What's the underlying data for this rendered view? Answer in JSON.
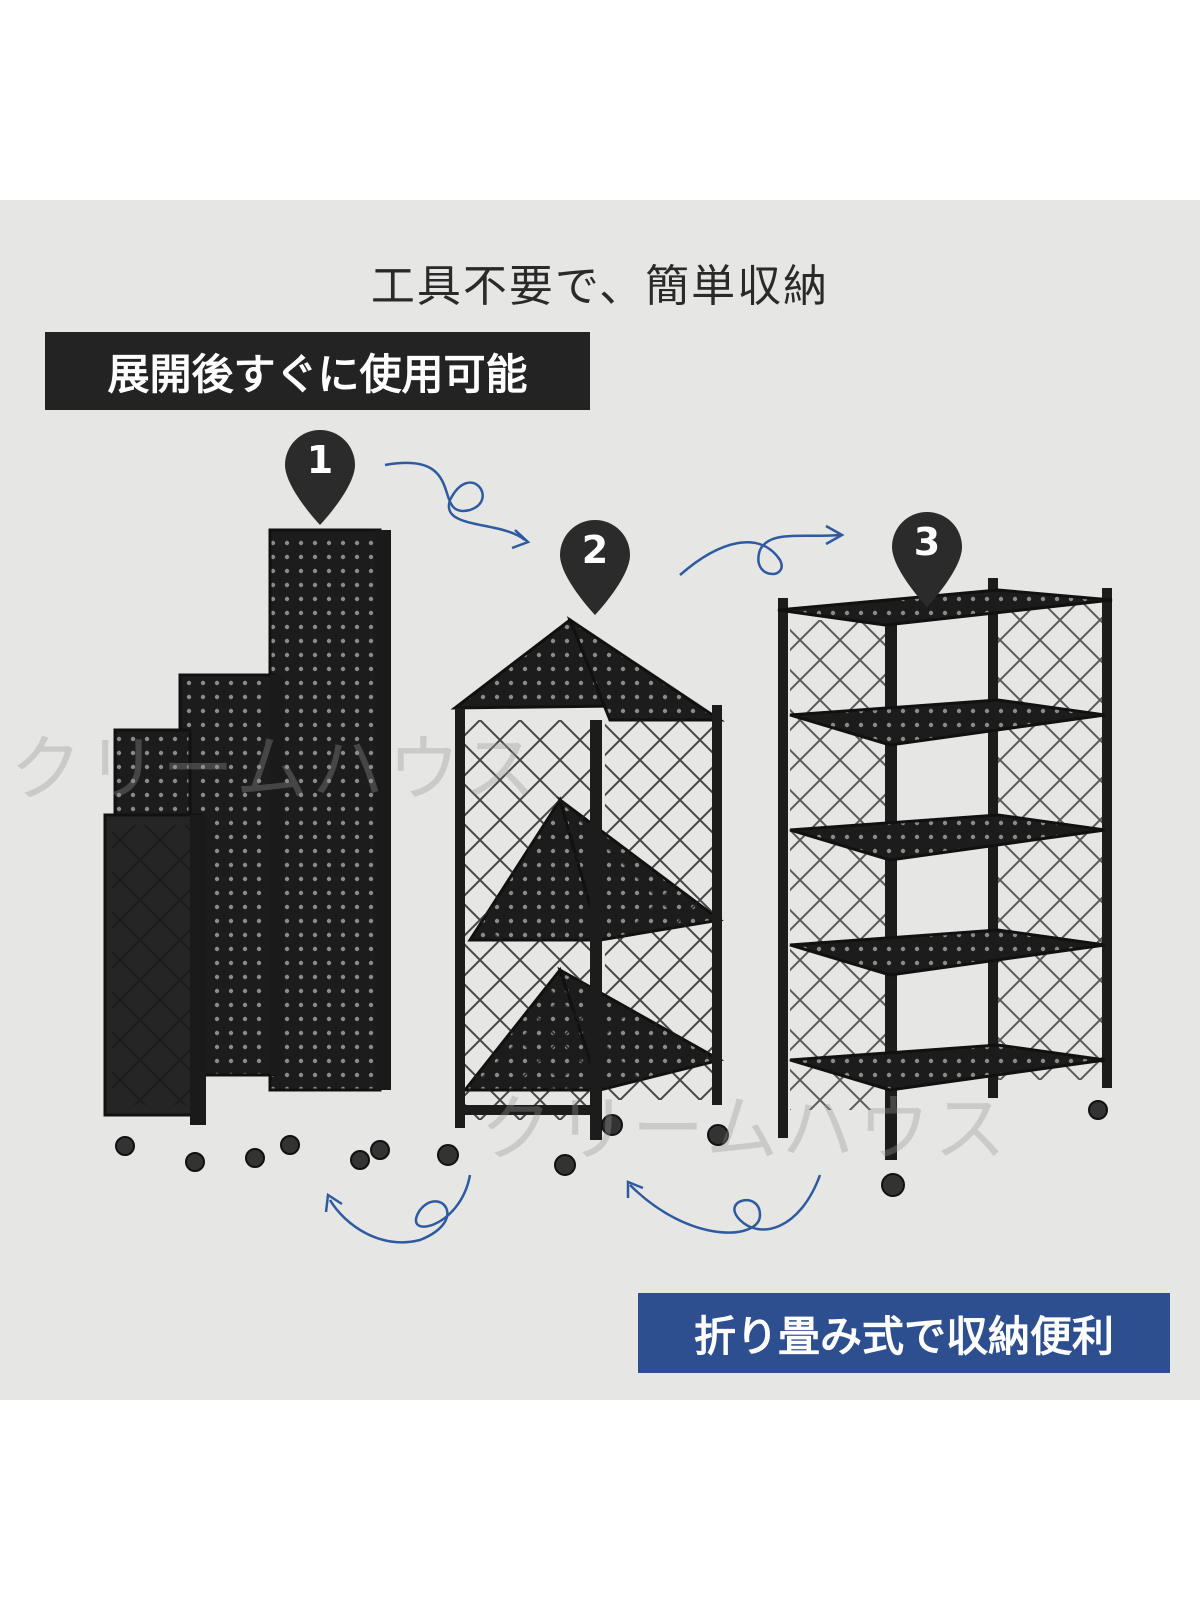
{
  "headline": "工具不要で、簡単収納",
  "badge_top": "展開後すぐに使用可能",
  "badge_bottom": "折り畳み式で収納便利",
  "steps": [
    "1",
    "2",
    "3"
  ],
  "watermark": "クリームハウス",
  "colors": {
    "panel": "#e6e7e5",
    "badge_top": "#232323",
    "badge_bottom": "#2e4f8f",
    "arrow": "#2f5aa0",
    "rack": "#1c1c1c"
  }
}
